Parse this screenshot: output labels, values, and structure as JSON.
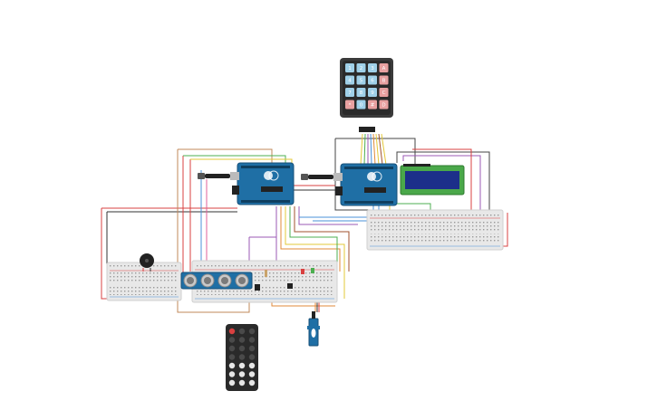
{
  "keypad": {
    "keys": [
      "1",
      "2",
      "3",
      "A",
      "4",
      "5",
      "6",
      "B",
      "7",
      "8",
      "9",
      "C",
      "*",
      "0",
      "#",
      "D"
    ]
  },
  "lcd": {
    "label": ""
  },
  "colors": {
    "board_blue": "#1f6fa5",
    "breadboard": "#e8e8e8",
    "lcd_green": "#4aa84a",
    "lcd_screen": "#1c2f8a",
    "wire_red": "#d94040",
    "wire_black": "#333333",
    "wire_green": "#4caf50",
    "wire_yellow": "#e3c83a",
    "wire_orange": "#e08a3a",
    "wire_purple": "#9b59b6",
    "wire_blue": "#4a90d9",
    "wire_brown": "#a0522d",
    "wire_pink": "#e0609a"
  },
  "remote": {
    "keys": [
      "",
      "",
      "",
      "",
      "",
      "",
      "",
      "",
      "",
      "",
      "",
      "",
      "",
      "",
      "",
      "",
      "",
      "",
      "",
      "",
      ""
    ]
  }
}
